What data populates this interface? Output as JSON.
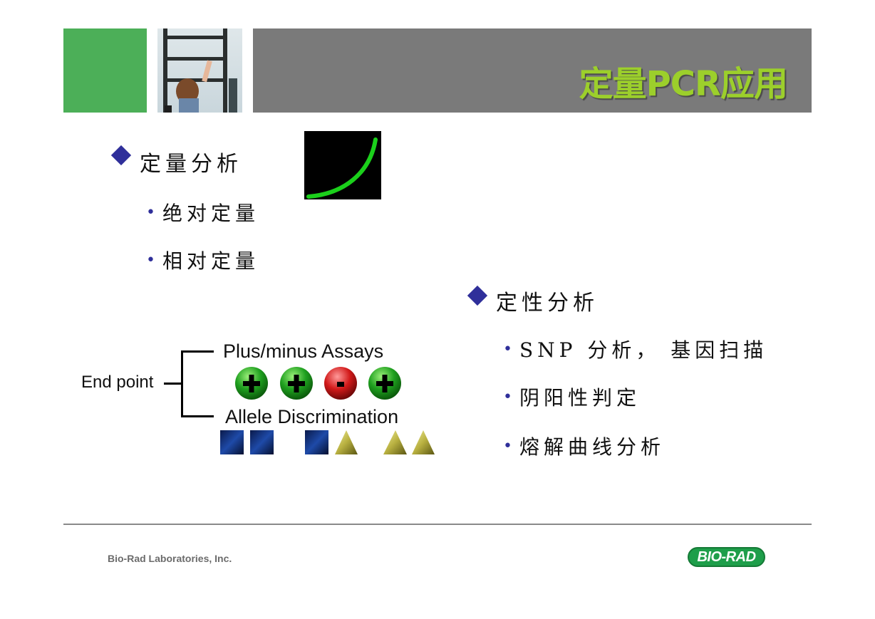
{
  "slide": {
    "title": "定量PCR应用"
  },
  "left": {
    "heading": "定量分析",
    "items": [
      {
        "label": "绝对定量"
      },
      {
        "label": "相对定量"
      }
    ]
  },
  "right": {
    "heading": "定性分析",
    "items": [
      {
        "label": "SNP 分析， 基因扫描"
      },
      {
        "label": "阴阳性判定"
      },
      {
        "label": "熔解曲线分析"
      }
    ]
  },
  "diagram": {
    "root_label": "End point",
    "branch_top": "Plus/minus Assays",
    "branch_bottom": "Allele Discrimination",
    "signs": [
      "+",
      "+",
      "-",
      "+"
    ],
    "sign_colors": {
      "plus": "#1fa01f",
      "minus": "#d21a1a"
    },
    "allele_shapes": [
      "square",
      "square",
      "gap",
      "square",
      "triangle",
      "gap",
      "triangle",
      "triangle"
    ]
  },
  "footer": {
    "company": "Bio-Rad Laboratories, Inc.",
    "logo": "BIO-RAD"
  },
  "colors": {
    "green_block": "#4caf58",
    "title_bar": "#7a7a7a",
    "title_text": "#9ccf2b",
    "bullet": "#2f2f9a",
    "logo": "#1e9e4a"
  }
}
